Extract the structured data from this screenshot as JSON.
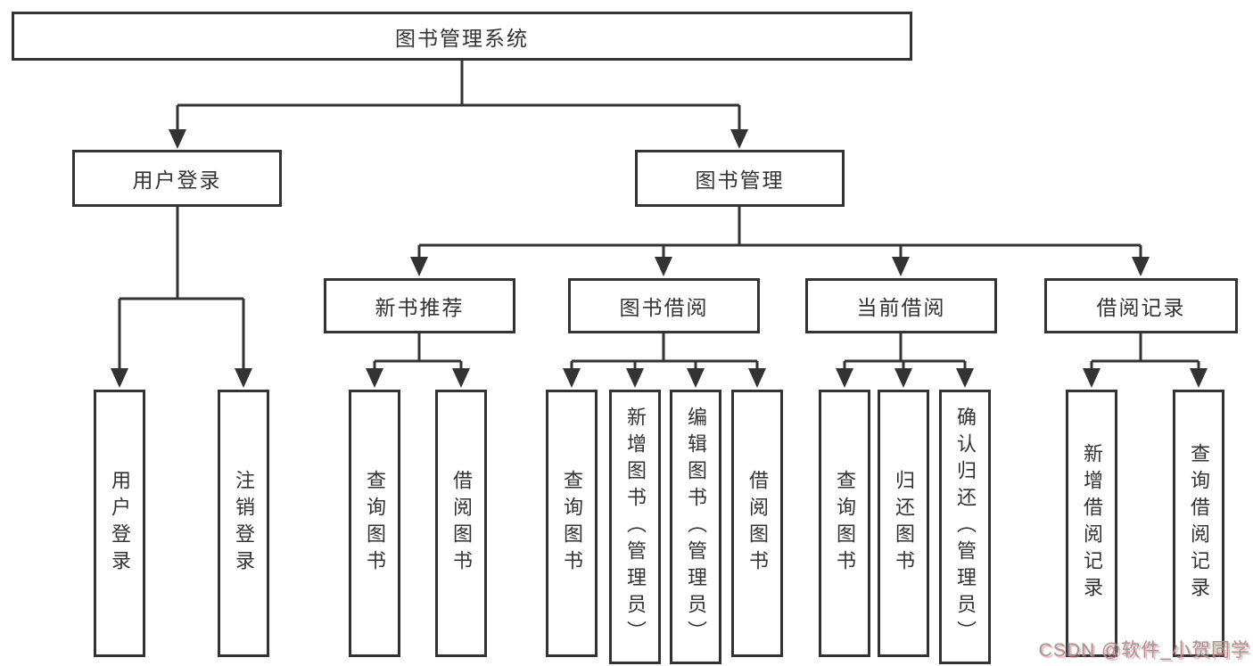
{
  "diagram": {
    "root": {
      "label": "图书管理系统"
    },
    "level2": [
      {
        "label": "用户登录"
      },
      {
        "label": "图书管理"
      }
    ],
    "level3": [
      {
        "label": "新书推荐"
      },
      {
        "label": "图书借阅"
      },
      {
        "label": "当前借阅"
      },
      {
        "label": "借阅记录"
      }
    ],
    "leaves": {
      "user_login": [
        {
          "label": "用户登录"
        },
        {
          "label": "注销登录"
        }
      ],
      "new_book_recommend": [
        {
          "label": "查询图书"
        },
        {
          "label": "借阅图书"
        }
      ],
      "book_borrowing": [
        {
          "label": "查询图书"
        },
        {
          "label": "新增图书（管理员）"
        },
        {
          "label": "编辑图书（管理员）"
        },
        {
          "label": "借阅图书"
        }
      ],
      "current_borrowing": [
        {
          "label": "查询图书"
        },
        {
          "label": "归还图书"
        },
        {
          "label": "确认归还（管理员）"
        }
      ],
      "borrowing_records": [
        {
          "label": "新增借阅记录"
        },
        {
          "label": "查询借阅记录"
        }
      ]
    }
  },
  "watermark": {
    "text": "CSDN @软件_小贺同学"
  },
  "colors": {
    "line": "#333333",
    "text": "#333333",
    "background": "#ffffff",
    "watermark": "#9a9a9a",
    "watermark_shadow": "#f37d7d"
  }
}
